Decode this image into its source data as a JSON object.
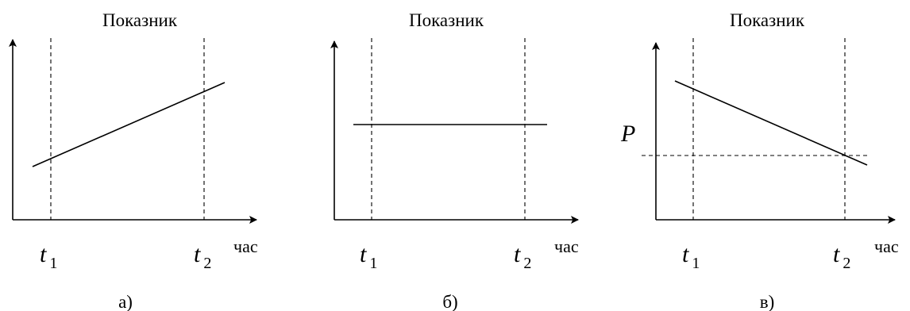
{
  "panels": [
    {
      "id": "a",
      "title": "Показник",
      "time_unit": "час",
      "caption": "а)",
      "tick_labels": [
        {
          "main": "t",
          "sub": "1"
        },
        {
          "main": "t",
          "sub": "2"
        }
      ],
      "trend": "increasing"
    },
    {
      "id": "b",
      "title": "Показник",
      "time_unit": "час",
      "caption": "б)",
      "tick_labels": [
        {
          "main": "t",
          "sub": "1"
        },
        {
          "main": "t",
          "sub": "2"
        }
      ],
      "trend": "constant"
    },
    {
      "id": "c",
      "title": "Показник",
      "time_unit": "час",
      "caption": "в)",
      "tick_labels": [
        {
          "main": "t",
          "sub": "1"
        },
        {
          "main": "t",
          "sub": "2"
        }
      ],
      "trend": "decreasing",
      "threshold_label": "P"
    }
  ]
}
